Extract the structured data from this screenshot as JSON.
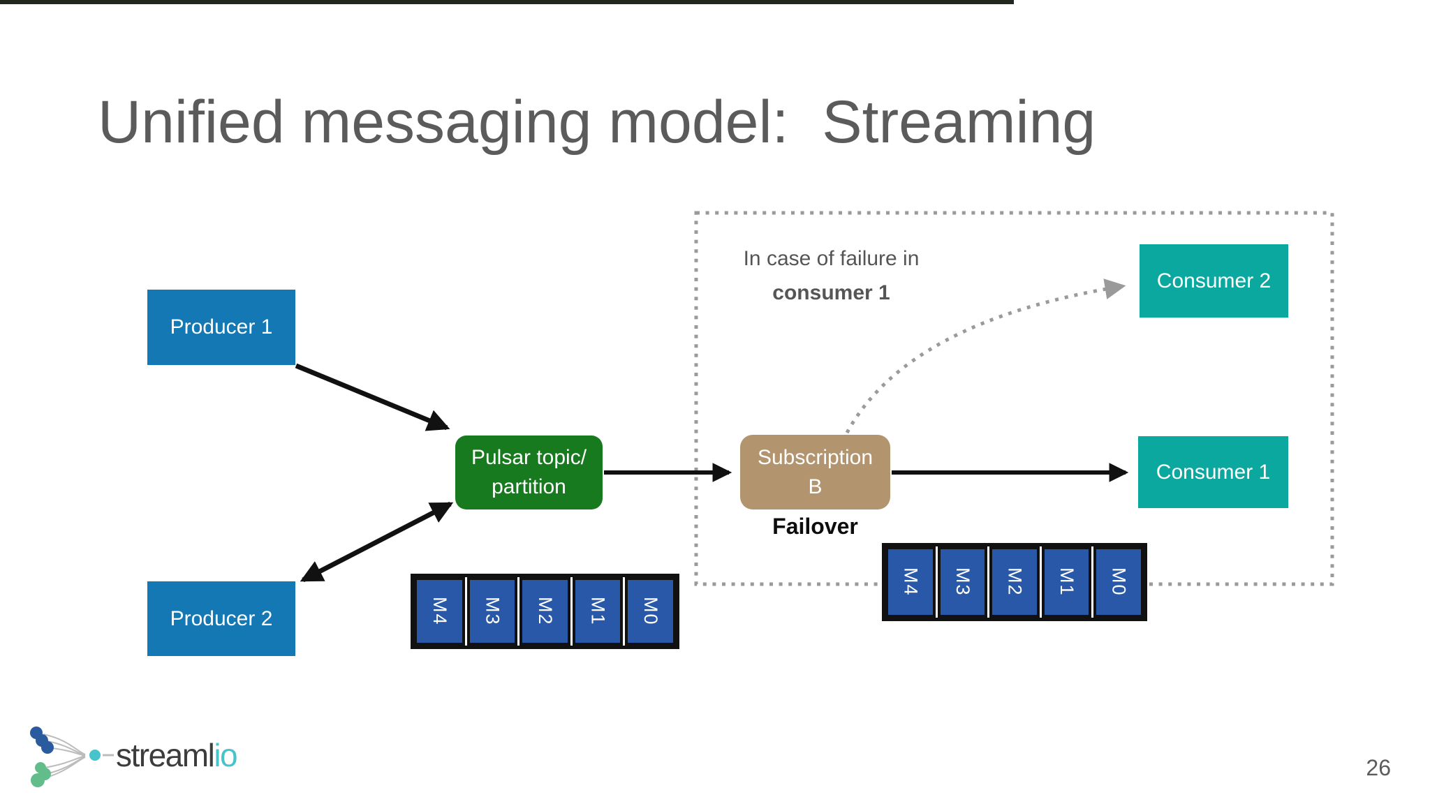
{
  "slide": {
    "title": "Unified messaging model:  Streaming",
    "page_number": "26"
  },
  "nodes": {
    "producer1": {
      "label": "Producer 1"
    },
    "producer2": {
      "label": "Producer 2"
    },
    "topic": {
      "line1": "Pulsar topic/",
      "line2": "partition"
    },
    "subscription": {
      "line1": "Subscription",
      "line2": "B",
      "mode_label": "Failover"
    },
    "consumer1": {
      "label": "Consumer 1"
    },
    "consumer2": {
      "label": "Consumer 2"
    }
  },
  "annotation": {
    "line1": "In case of failure in",
    "line2": "consumer 1"
  },
  "queues": {
    "topic_queue": [
      "M4",
      "M3",
      "M2",
      "M1",
      "M0"
    ],
    "subscription_queue": [
      "M4",
      "M3",
      "M2",
      "M1",
      "M0"
    ]
  },
  "logo": {
    "text_main": "streaml",
    "text_accent": "io"
  },
  "colors": {
    "producer_blue": "#1478b5",
    "queue_blue": "#2858a7",
    "topic_green": "#177a1e",
    "subscription_tan": "#b2946f",
    "consumer_teal": "#0aa89e",
    "dotted_gray": "#9a9a9a",
    "title_gray": "#5b5b5b",
    "annotation_gray": "#555555",
    "logo_teal": "#47c3cb",
    "arrow_black": "#111111"
  }
}
